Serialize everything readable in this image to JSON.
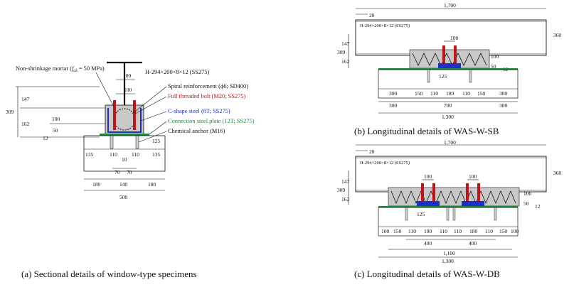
{
  "panel_a": {
    "caption": "(a) Sectional details of window-type specimens",
    "labels": {
      "mortar": "Non-shrinkage mortar (",
      "mortar_f": "f",
      "mortar_sub": "ck",
      "mortar_val": " = 50 MPa)",
      "hsection": "H-294×200×8×12 (SS275)",
      "spiral": "Spiral reinforcement (ϕ6; SD400)",
      "bolt": "Full threaded bolt (M20; SS275)",
      "cshape": "C-shape steel (8T; SS275)",
      "plate": "Connection steel plate (12T; SS275)",
      "anchor": "Chemical anchor (M16)"
    },
    "dims": {
      "top_w": "180",
      "bolt_w": "100",
      "h309": "309",
      "h147": "147",
      "h162": "162",
      "h100": "100",
      "h50": "50",
      "h12": "12",
      "w125": "125",
      "b135l": "135",
      "b110l": "110",
      "b10": "10",
      "b110r": "110",
      "b135r": "135",
      "b70l": "70",
      "b70r": "70",
      "b180l": "180",
      "b140": "140",
      "b180r": "180",
      "b500": "500"
    },
    "colors": {
      "bolt": "#c0141c",
      "cshape": "#1f2fc8",
      "plate": "#1e8c3a",
      "mortar": "#c8c8c8"
    }
  },
  "panel_b": {
    "caption": "(b) Longitudinal details of WAS-W-SB",
    "dims": {
      "total": "1,700",
      "left20": "20",
      "hsec": "H-294×200×8×12 (SS275)",
      "right360": "360",
      "v309": "309",
      "v147": "147",
      "v162": "162",
      "bolt100": "100",
      "r100": "100",
      "r50": "50",
      "r12": "12",
      "d125": "125",
      "row1": [
        "300",
        "150",
        "110",
        "180",
        "110",
        "150",
        "300"
      ],
      "row2": [
        "300",
        "700",
        "300"
      ],
      "bottom": "1,300"
    }
  },
  "panel_c": {
    "caption": "(c) Longitudinal details of WAS-W-DB",
    "dims": {
      "total": "1,700",
      "left20": "20",
      "hsec": "H-294×200×8×12 (SS275)",
      "right360": "360",
      "v309": "309",
      "v147": "147",
      "v162": "162",
      "bolt100a": "100",
      "bolt100b": "100",
      "r100": "100",
      "r50": "50",
      "r12": "12",
      "d125": "125",
      "row1": [
        "100",
        "150",
        "110",
        "180",
        "110",
        "110",
        "180",
        "110",
        "150",
        "100"
      ],
      "row2": [
        "400",
        "400"
      ],
      "row3": "1,100",
      "bottom": "1,300"
    }
  }
}
